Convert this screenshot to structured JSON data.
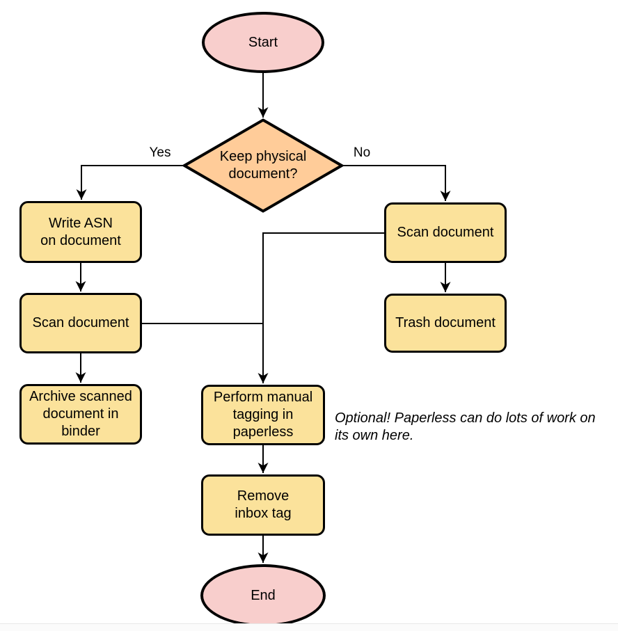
{
  "diagram": {
    "nodes": {
      "start": {
        "label": "Start",
        "type": "terminator"
      },
      "decision": {
        "label": "Keep physical\ndocument?",
        "type": "decision"
      },
      "write_asn": {
        "label": "Write ASN\non document",
        "type": "process"
      },
      "scan_left": {
        "label": "Scan document",
        "type": "process"
      },
      "archive": {
        "label": "Archive scanned\ndocument in\nbinder",
        "type": "process"
      },
      "scan_right": {
        "label": "Scan document",
        "type": "process"
      },
      "trash": {
        "label": "Trash document",
        "type": "process"
      },
      "tagging": {
        "label": "Perform manual\ntagging in\npaperless",
        "type": "process"
      },
      "remove_inbox": {
        "label": "Remove\ninbox tag",
        "type": "process"
      },
      "end": {
        "label": "End",
        "type": "terminator"
      }
    },
    "edge_labels": {
      "yes": "Yes",
      "no": "No"
    },
    "note": "Optional! Paperless can do lots of work on\nits own here.",
    "colors": {
      "terminator_fill": "#F8CECC",
      "decision_fill": "#FFCC99",
      "process_fill": "#FBE29B",
      "stroke": "#000000"
    }
  }
}
